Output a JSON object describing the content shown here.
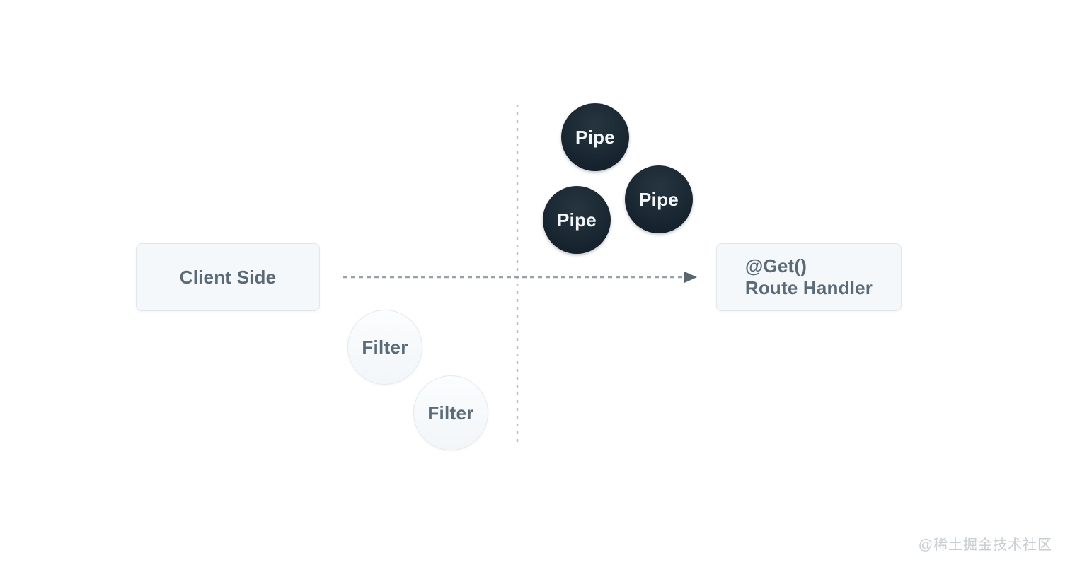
{
  "diagram": {
    "client_box": {
      "label": "Client Side"
    },
    "handler_box": {
      "line1": "@Get()",
      "line2": "Route Handler"
    },
    "pipes": [
      {
        "label": "Pipe"
      },
      {
        "label": "Pipe"
      },
      {
        "label": "Pipe"
      }
    ],
    "filters": [
      {
        "label": "Filter"
      },
      {
        "label": "Filter"
      }
    ],
    "connectors": {
      "horizontal_arrow": "dashed-arrow-left-to-right",
      "vertical_divider": "dashed-vertical-line"
    },
    "colors": {
      "background": "#ffffff",
      "box_fill": "#f5f8fa",
      "box_border": "#e2e7eb",
      "label_text": "#5b6a77",
      "pipe_fill_dark": "#16222e",
      "pipe_text": "#f3f6f8",
      "filter_fill": "#f7fafc",
      "filter_border": "#e4eaee",
      "arrow_line": "#97a1a8",
      "arrow_head": "#5a6770",
      "divider_line": "#bcc3c8",
      "watermark_text": "#c8cdd1"
    }
  },
  "watermark": {
    "text": "@稀土掘金技术社区"
  }
}
